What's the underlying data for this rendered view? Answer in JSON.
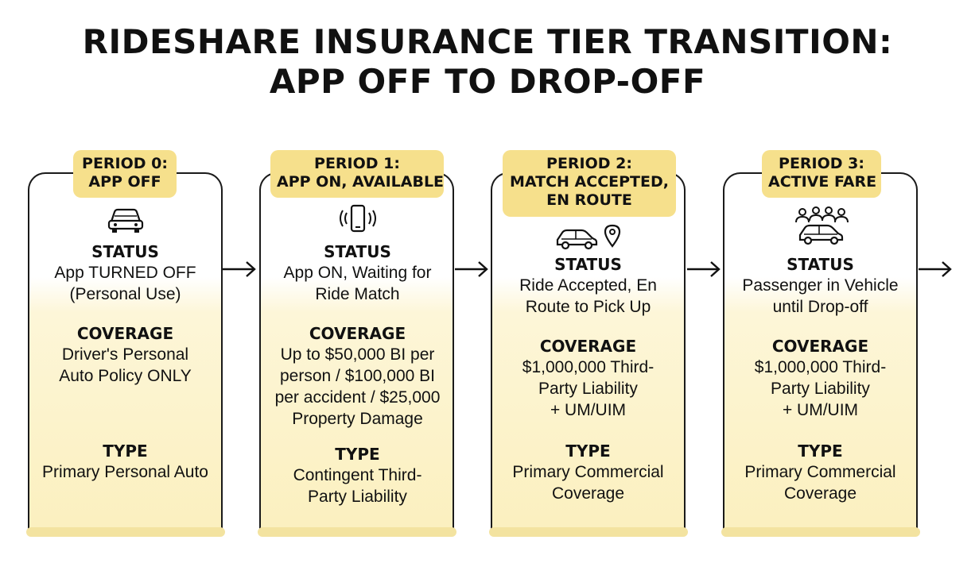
{
  "title": {
    "line1": "RIDESHARE INSURANCE TIER TRANSITION:",
    "line2": "APP OFF TO DROP-OFF"
  },
  "periods": [
    {
      "badge": [
        "PERIOD 0:",
        "APP OFF"
      ],
      "icon": "car-icon",
      "status_label": "STATUS",
      "status": [
        "App TURNED OFF",
        "(Personal Use)"
      ],
      "coverage_label": "COVERAGE",
      "coverage": [
        "Driver's Personal",
        "Auto Policy ONLY"
      ],
      "type_label": "TYPE",
      "type": [
        "Primary Personal Auto"
      ]
    },
    {
      "badge": [
        "PERIOD 1:",
        "APP ON, AVAILABLE"
      ],
      "icon": "phone-ringing-icon",
      "status_label": "STATUS",
      "status": [
        "App ON, Waiting for",
        "Ride Match"
      ],
      "coverage_label": "COVERAGE",
      "coverage": [
        "Up to $50,000 BI per",
        "person / $100,000 BI",
        "per accident / $25,000",
        "Property Damage"
      ],
      "type_label": "TYPE",
      "type": [
        "Contingent Third-",
        "Party Liability"
      ]
    },
    {
      "badge": [
        "PERIOD 2:",
        "MATCH ACCEPTED,",
        "EN ROUTE"
      ],
      "icon": "car-location-pin-icon",
      "status_label": "STATUS",
      "status": [
        "Ride Accepted, En",
        "Route to Pick Up"
      ],
      "coverage_label": "COVERAGE",
      "coverage": [
        "$1,000,000 Third-",
        "Party Liability",
        "+ UM/UIM"
      ],
      "type_label": "TYPE",
      "type": [
        "Primary Commercial",
        "Coverage"
      ]
    },
    {
      "badge": [
        "PERIOD 3:",
        "ACTIVE FARE"
      ],
      "icon": "car-passengers-icon",
      "status_label": "STATUS",
      "status": [
        "Passenger in Vehicle",
        "until Drop-off"
      ],
      "coverage_label": "COVERAGE",
      "coverage": [
        "$1,000,000 Third-",
        "Party Liability",
        "+ UM/UIM"
      ],
      "type_label": "TYPE",
      "type": [
        "Primary Commercial",
        "Coverage"
      ]
    }
  ],
  "colors": {
    "badge": "#f6e08c",
    "card_fill": "#fbf0bf",
    "border": "#1a1a1a"
  }
}
